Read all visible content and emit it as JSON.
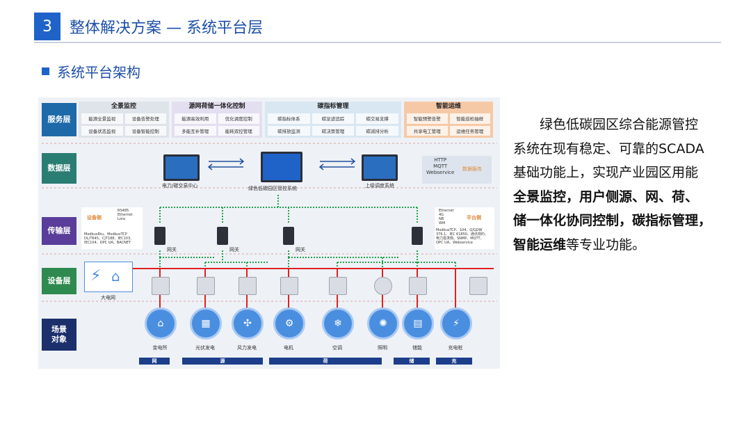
{
  "header": {
    "number": "3",
    "title": "整体解决方案 — 系统平台层"
  },
  "section": {
    "title": "系统平台架构"
  },
  "diagram": {
    "layers": [
      {
        "label": "服务层",
        "color": "#1e6aa8"
      },
      {
        "label": "数据层",
        "color": "#2a7d73"
      },
      {
        "label": "传输层",
        "color": "#5a3d9a"
      },
      {
        "label": "设备层",
        "color": "#2f8a4f"
      },
      {
        "label": "场景\n对象",
        "color": "#1b2f6b"
      }
    ],
    "service_modules": [
      {
        "title": "全景监控",
        "color": "#dfe3ea",
        "items": [
          "能源全景监视",
          "设备告警处理",
          "设备状态监视",
          "设备智能控制"
        ]
      },
      {
        "title": "源网荷储一体化控制",
        "color": "#e3dff0",
        "items": [
          "能源高效利用",
          "优化调度控制",
          "多能互补管理",
          "能耗双控管理"
        ]
      },
      {
        "title": "碳指标管理",
        "color": "#d9e7f2",
        "items": [
          "碳指标体系",
          "碳足迹追踪",
          "碳交易支撑",
          "碳排放监测",
          "碳决策管理",
          "碳减排分析"
        ]
      },
      {
        "title": "智能运维",
        "color": "#f6c9a6",
        "items": [
          "智能预警告警",
          "智能巡检抽样",
          "共享电工管理",
          "运维任务管理"
        ]
      }
    ],
    "data_layer": {
      "left_system": "电力/碳交易中心",
      "center_system": "绿色低碳园区管控系统",
      "right_system": "上级调度系统",
      "protocols": "HTTP\nMQTT\nWebservice",
      "protocol_tag": "数据服务"
    },
    "transmission": {
      "left_box_title": "设备侧",
      "left_box_protocols": "RS485\nEthernet\nLora",
      "left_box_detail": "ModbusRtu、ModbusTCP\nDL/T645、CJT188、IEC103、\nIEC104、OPC UA、BACNET",
      "right_box_title": "平台侧",
      "right_box_protocols": "Ethernet\n4G\nNB\nWifi",
      "right_box_detail": "ModbusTCP、104、Q/GDW\n376.1、IEC 61850、通讯规约、\n电力需求侧、SNMP、MQTT、\nOPC UA、Webservice",
      "gateways": [
        "网关",
        "网关",
        "网关"
      ]
    },
    "device_layer": {
      "grid_label": "大电网"
    },
    "scenes": [
      {
        "label": "变电所",
        "icon": "substation-icon",
        "glyph": "⌂"
      },
      {
        "label": "光伏发电",
        "icon": "solar-panel-icon",
        "glyph": "▦"
      },
      {
        "label": "风力发电",
        "icon": "wind-turbine-icon",
        "glyph": "✣"
      },
      {
        "label": "电机",
        "icon": "motor-icon",
        "glyph": "⚙"
      },
      {
        "label": "空调",
        "icon": "air-conditioner-icon",
        "glyph": "❄"
      },
      {
        "label": "照明",
        "icon": "lightbulb-icon",
        "glyph": "✺"
      },
      {
        "label": "储能",
        "icon": "battery-storage-icon",
        "glyph": "▤"
      },
      {
        "label": "充电桩",
        "icon": "charging-pile-icon",
        "glyph": "⚡"
      }
    ],
    "bottom_categories": [
      "网",
      "源",
      "荷",
      "储",
      "充"
    ]
  },
  "body": {
    "line1": "绿色低碳园区综合能源管控",
    "line2": "系统在现有稳定、可靠的SCADA",
    "line3": "基础功能上，实现产业园区用能",
    "bold1": "全景监控，用户侧源、网、荷、",
    "bold2": "储一体化协同控制，碳指标管理，",
    "bold3": "智能运维",
    "tail": "等专业功能。"
  }
}
